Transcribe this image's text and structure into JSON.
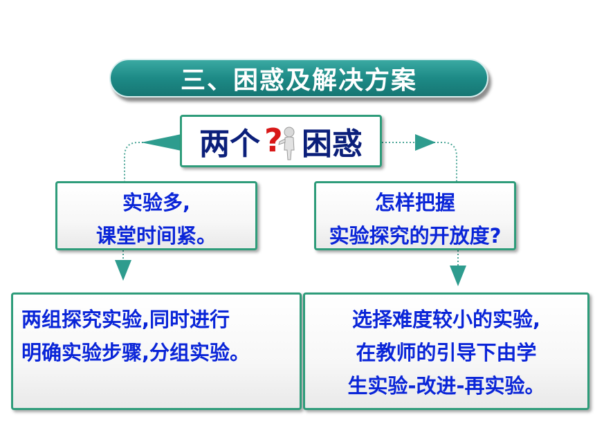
{
  "banner": {
    "title": "三、困惑及解决方案"
  },
  "center": {
    "prefix": "两个",
    "suffix": "困惑",
    "icon": "question-mark-figure-icon"
  },
  "problems": [
    {
      "lines": [
        "实验多,",
        "课堂时间紧。"
      ]
    },
    {
      "lines": [
        "怎样把握",
        "实验探究的开放度?"
      ]
    }
  ],
  "solutions": [
    {
      "lines": [
        "两组探究实验,同时进行",
        "明确实验步骤,分组实验。"
      ]
    },
    {
      "lines": [
        "选择难度较小的实验,",
        "在教师的引导下由学",
        "生实验-改进-再实验。"
      ]
    }
  ],
  "colors": {
    "banner": "#1d8a86",
    "box_border": "#2e9c7a",
    "text": "#0a25d8",
    "title_text": "#0b1f7a",
    "arrow": "#2e9c8e"
  }
}
